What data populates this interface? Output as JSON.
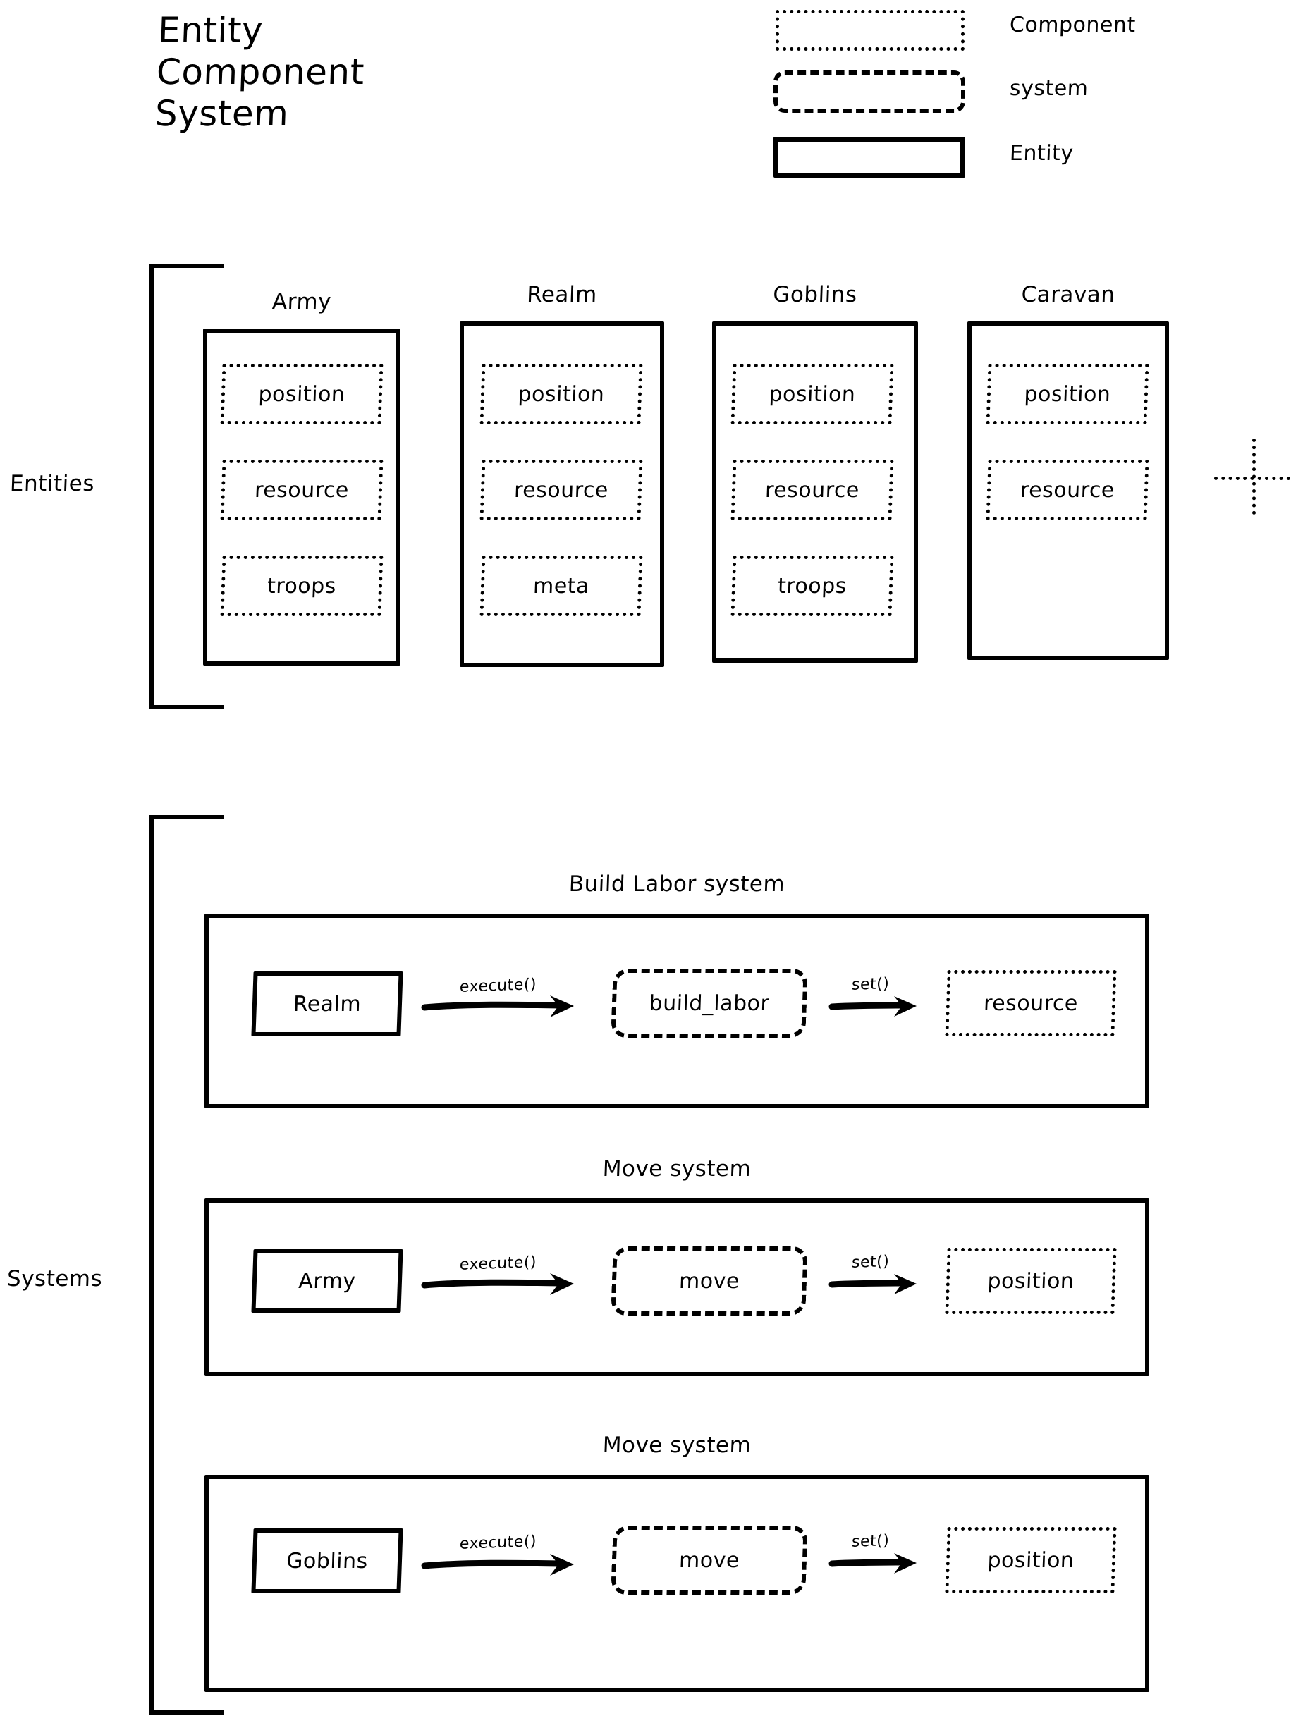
{
  "title": {
    "line1": "Entity",
    "line2": "Component",
    "line3": "System"
  },
  "legend": {
    "items": [
      {
        "label": "Component",
        "style": "dotted"
      },
      {
        "label": "system",
        "style": "dashed"
      },
      {
        "label": "Entity",
        "style": "solid"
      }
    ]
  },
  "groups": {
    "entities_label": "Entities",
    "systems_label": "Systems"
  },
  "entities": [
    {
      "name": "Army",
      "components": [
        "position",
        "resource",
        "troops"
      ]
    },
    {
      "name": "Realm",
      "components": [
        "position",
        "resource",
        "meta"
      ]
    },
    {
      "name": "Goblins",
      "components": [
        "position",
        "resource",
        "troops"
      ]
    },
    {
      "name": "Caravan",
      "components": [
        "position",
        "resource"
      ]
    }
  ],
  "systems": [
    {
      "title": "Build Labor system",
      "entity": "Realm",
      "execute_label": "execute()",
      "system": "build_labor",
      "set_label": "set()",
      "component": "resource"
    },
    {
      "title": "Move system",
      "entity": "Army",
      "execute_label": "execute()",
      "system": "move",
      "set_label": "set()",
      "component": "position"
    },
    {
      "title": "Move system",
      "entity": "Goblins",
      "execute_label": "execute()",
      "system": "move",
      "set_label": "set()",
      "component": "position"
    }
  ],
  "colors": {
    "ink": "#000000",
    "paper": "#ffffff"
  }
}
